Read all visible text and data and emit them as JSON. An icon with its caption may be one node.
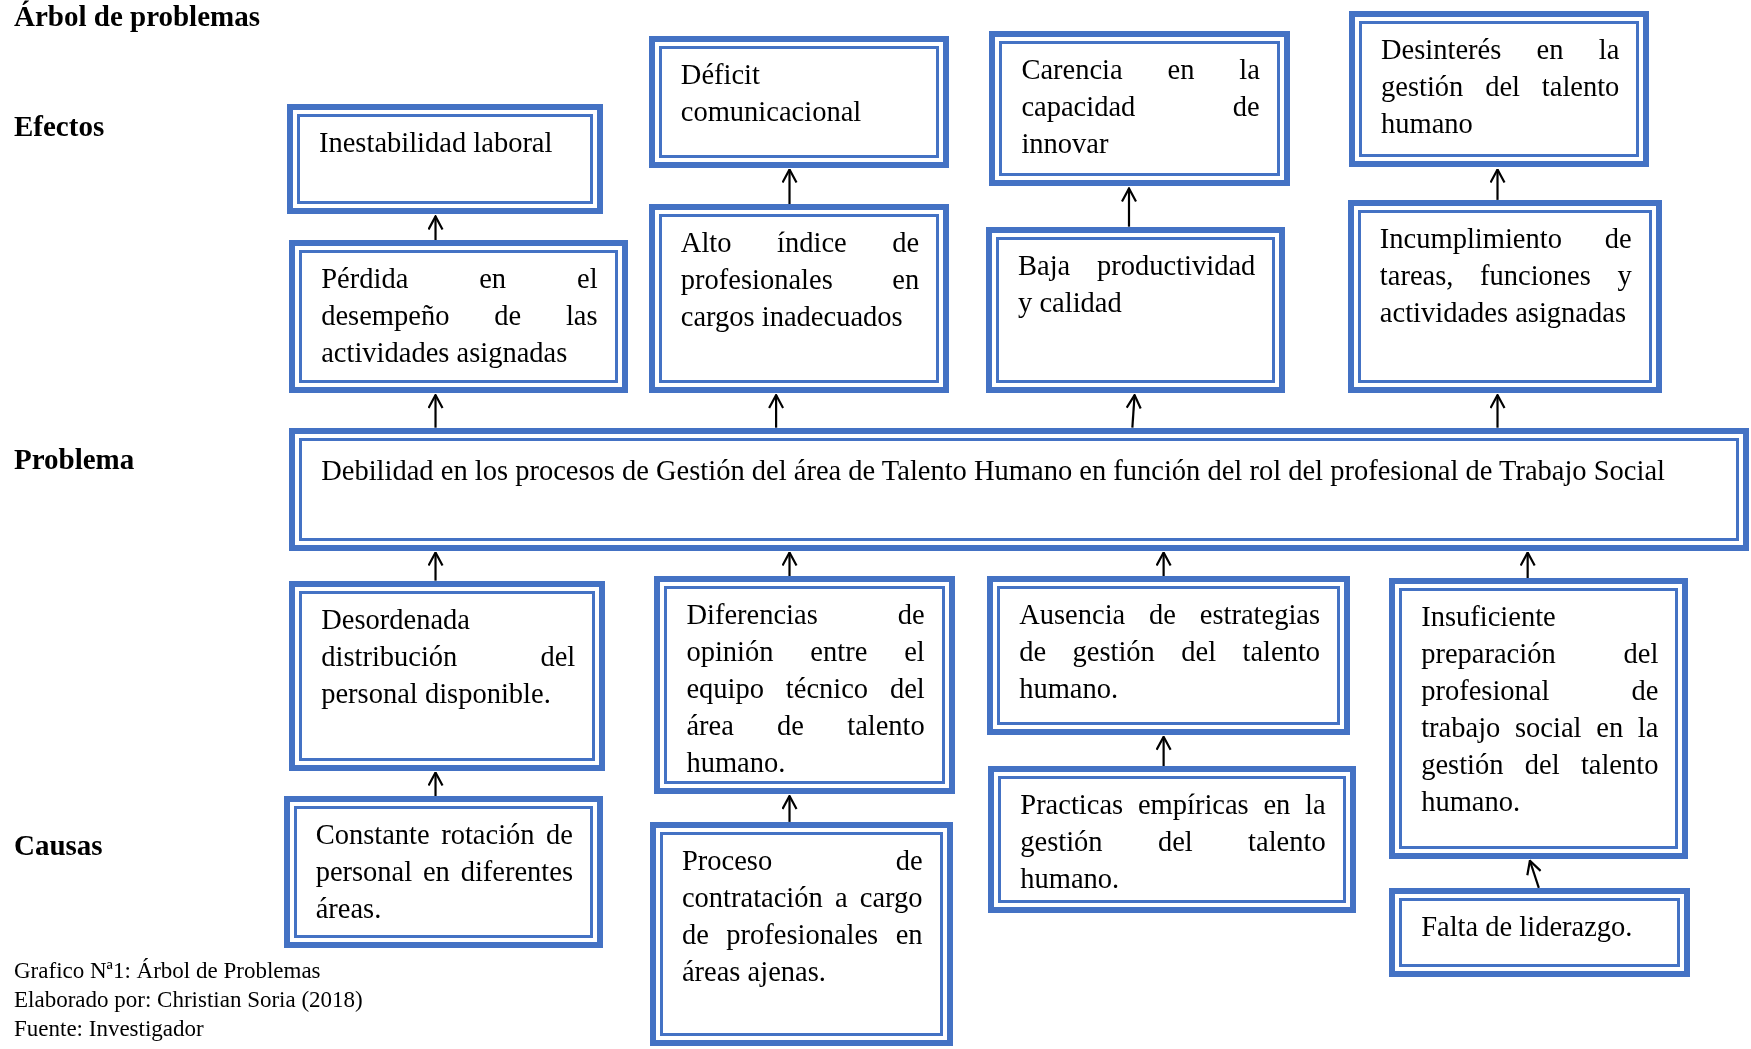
{
  "diagram": {
    "title": "Árbol de problemas",
    "nodes": [
      {
        "text": [
          "Inestabilidad laboral"
        ]
      },
      {
        "text": [
          "Déficit comunicacional"
        ]
      },
      {
        "text": [
          "Carencia en la capacidad de innovar"
        ]
      },
      {
        "text": [
          "Desinterés en la gestión del talento humano"
        ]
      },
      {
        "text": [
          "Pérdida en el desempeño de las actividades asignadas"
        ]
      },
      {
        "text": [
          "Alto índice de profesionales en cargos inadecuados"
        ]
      },
      {
        "text": [
          "Baja productividad y calidad"
        ]
      },
      {
        "text": [
          "Incumplimiento de tareas, funciones y actividades asignadas"
        ]
      },
      {
        "text": [
          "Debilidad en los procesos de Gestión del área de Talento Humano en función del rol del profesional de Trabajo Social"
        ]
      },
      {
        "text": [
          "Desordenada distribución del personal disponible."
        ]
      },
      {
        "text": [
          "Diferencias de opinión entre el equipo técnico del área de talento humano."
        ]
      },
      {
        "text": [
          "Ausencia de estrategias de gestión del talento humano."
        ]
      },
      {
        "text": [
          "Insuficiente preparación del profesional de trabajo social en la gestión del talento humano."
        ]
      },
      {
        "text": [
          "Constante rotación de personal en diferentes áreas."
        ]
      },
      {
        "text": [
          "Proceso de contratación a cargo de profesionales en áreas ajenas."
        ]
      },
      {
        "text": [
          "Practicas empíricas en la gestión del talento humano."
        ]
      },
      {
        "text": [
          "Falta de liderazgo."
        ]
      }
    ],
    "edges": [
      {
        "from": 4,
        "to": 0,
        "arrow": "to"
      },
      {
        "from": 5,
        "to": 1,
        "arrow": "to"
      },
      {
        "from": 6,
        "to": 2,
        "arrow": "to"
      },
      {
        "from": 7,
        "to": 3,
        "arrow": "to"
      },
      {
        "from": 8,
        "to": 4,
        "arrow": "to"
      },
      {
        "from": 8,
        "to": 5,
        "arrow": "to"
      },
      {
        "from": 8,
        "to": 6,
        "arrow": "to"
      },
      {
        "from": 8,
        "to": 7,
        "arrow": "to"
      },
      {
        "from": 9,
        "to": 8,
        "arrow": "to"
      },
      {
        "from": 10,
        "to": 8,
        "arrow": "to"
      },
      {
        "from": 11,
        "to": 8,
        "arrow": "to"
      },
      {
        "from": 12,
        "to": 8,
        "arrow": "to"
      },
      {
        "from": 13,
        "to": 9,
        "arrow": "to"
      },
      {
        "from": 14,
        "to": 10,
        "arrow": "to"
      },
      {
        "from": 15,
        "to": 11,
        "arrow": "to"
      },
      {
        "from": 16,
        "to": 12,
        "arrow": "to"
      }
    ],
    "labels": [
      "Efectos",
      "Problema",
      "Causas",
      "Grafico Nª1: Árbol de Problemas",
      "Elaborado por: Christian Soria (2018)",
      "Fuente: Investigador"
    ]
  }
}
